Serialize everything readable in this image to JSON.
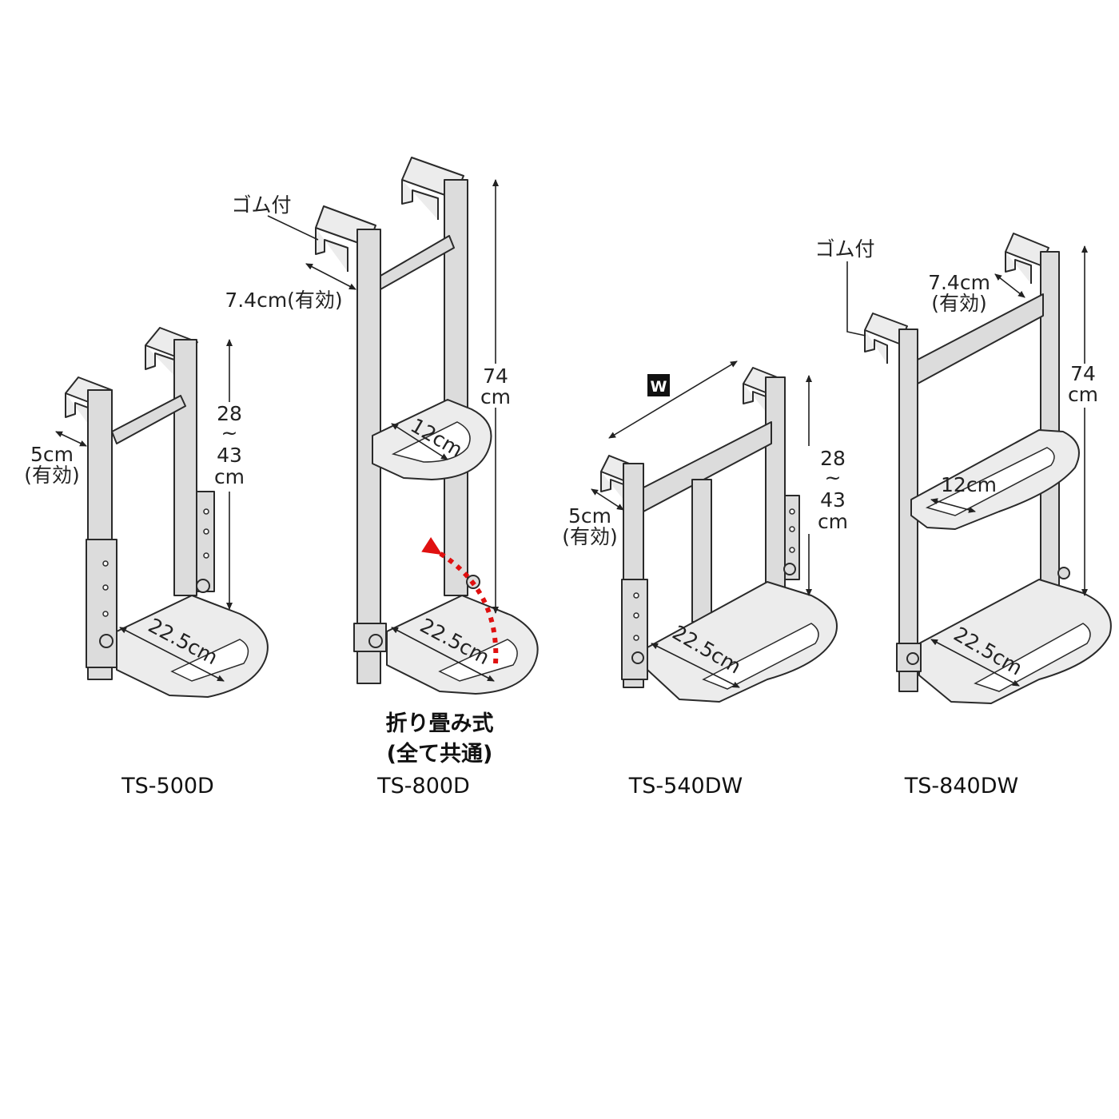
{
  "models": [
    {
      "name": "TS-500D",
      "width_effective": "5cm",
      "effective": "(有効)",
      "height_top": "28",
      "height_tilde": "~",
      "height_bottom": "43",
      "height_unit": "cm",
      "step_depth": "22.5cm"
    },
    {
      "name": "TS-800D",
      "rubber": "ゴム付",
      "hook_width": "7.4cm(有効)",
      "height": "74",
      "height_unit": "cm",
      "upper_step": "12cm",
      "step_depth": "22.5cm"
    },
    {
      "name": "TS-540DW",
      "w_badge": "W",
      "width_effective": "5cm",
      "effective": "(有効)",
      "height_top": "28",
      "height_tilde": "~",
      "height_bottom": "43",
      "height_unit": "cm",
      "step_depth": "22.5cm"
    },
    {
      "name": "TS-840DW",
      "rubber": "ゴム付",
      "hook_width": "7.4cm",
      "effective": "(有効)",
      "height": "74",
      "height_unit": "cm",
      "upper_step": "12cm",
      "step_depth": "22.5cm"
    }
  ],
  "folding_note": {
    "line1": "折り畳み式",
    "line2": "(全て共通)"
  },
  "colors": {
    "frame": "#dcdcdc",
    "outline": "#2a2a2a",
    "fold_arrow": "#e01010"
  }
}
